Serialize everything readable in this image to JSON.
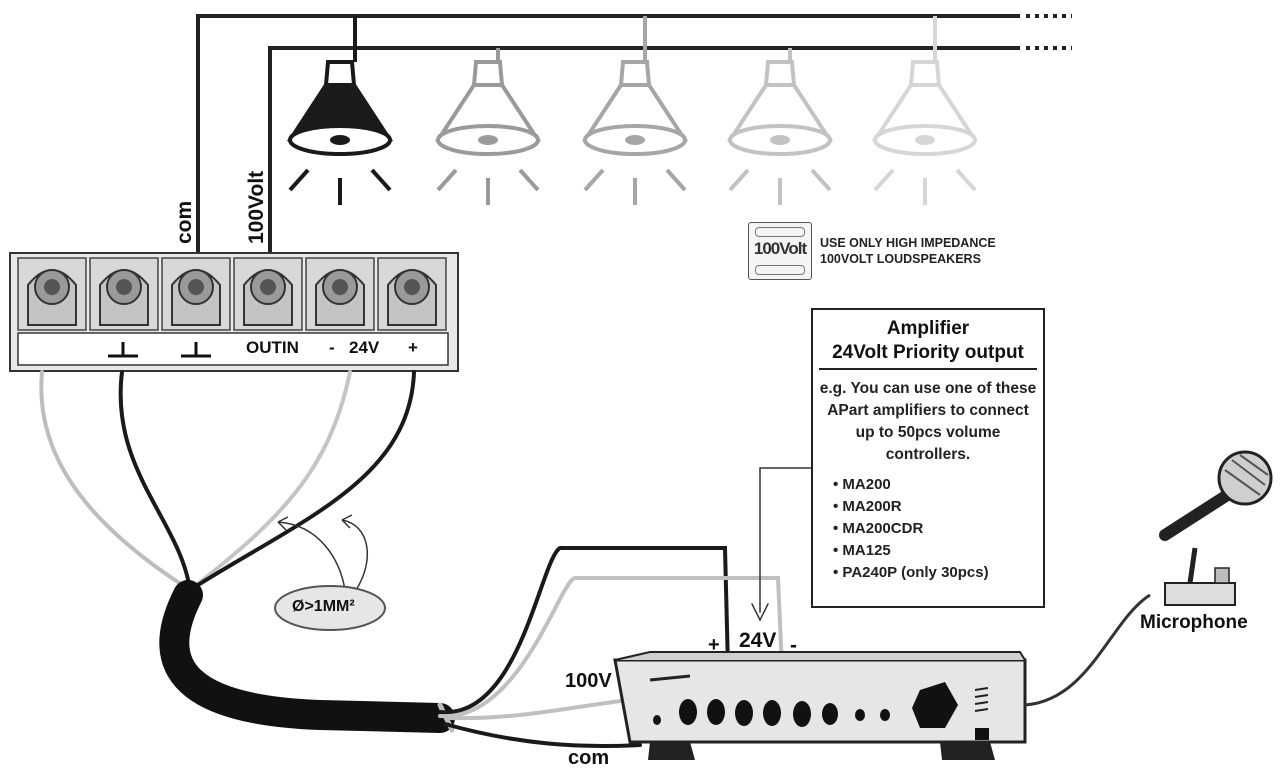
{
  "wire_labels": {
    "com_top": "com",
    "volt_top": "100Volt",
    "amp_100v": "100V",
    "amp_com": "com",
    "amp_plus": "+",
    "amp_24v": "24V",
    "amp_minus": "-"
  },
  "terminal_block": {
    "label_outin": "OUTIN",
    "label_minus": "-",
    "label_24v": "24V",
    "label_plus": "+"
  },
  "wire_spec": "Ø>1MM²",
  "badge_text": "100Volt",
  "warning": {
    "line1": "USE ONLY HIGH IMPEDANCE",
    "line2": "100VOLT LOUDSPEAKERS"
  },
  "info_box": {
    "title": "Amplifier",
    "subtitle": "24Volt Priority output",
    "description": "e.g. You can use one of these APart amplifiers to connect up to 50pcs volume controllers.",
    "models": [
      "MA200",
      "MA200R",
      "MA200CDR",
      "MA125",
      "PA240P (only 30pcs)"
    ]
  },
  "microphone_label": "Microphone",
  "speaker_count": 5
}
